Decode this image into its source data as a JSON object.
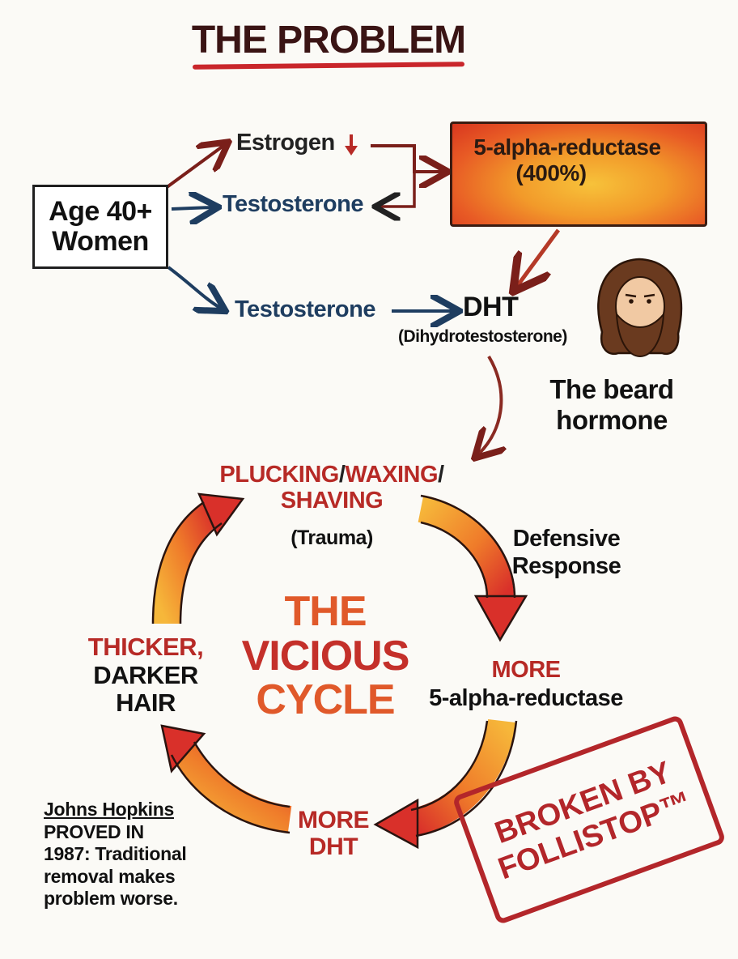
{
  "title": "THE PROBLEM",
  "start_box": {
    "line1": "Age 40+",
    "line2": "Women"
  },
  "nodes": {
    "estrogen": "Estrogen",
    "testosterone_1": "Testosterone",
    "testosterone_2": "Testosterone",
    "enzyme_line1": "5-alpha-reductase",
    "enzyme_line2": "(400%)",
    "dht": "DHT",
    "dht_full": "(Dihydrotestosterone)",
    "beard_line1": "The beard",
    "beard_line2": "hormone"
  },
  "cycle": {
    "pluck_red1": "PLUCKING",
    "pluck_sep1": "/",
    "pluck_red2": "WAXING",
    "pluck_sep2": "/",
    "pluck_red3": "SHAVING",
    "trauma": "(Trauma)",
    "defense_line1": "Defensive",
    "defense_line2": "Response",
    "center_line1": "THE",
    "center_line2": "VICIOUS",
    "center_line3": "CYCLE",
    "more_label": "MORE",
    "more_enzyme": "5-alpha-reductase",
    "more_dht_line1": "MORE",
    "more_dht_line2": "DHT",
    "thicker_line1": "THICKER,",
    "thicker_line2": "DARKER",
    "thicker_line3": "HAIR"
  },
  "footnote": {
    "heading": "Johns Hopkins",
    "line1": "PROVED IN",
    "line2": "1987: Traditional",
    "line3": "removal makes",
    "line4": "problem worse."
  },
  "stamp": {
    "line1": "BROKEN BY",
    "line2": "FOLLISTOP™"
  },
  "colors": {
    "accent_red": "#b72a26",
    "testosterone_blue": "#1e3d60",
    "enzyme_orange": "#f29a2a"
  }
}
